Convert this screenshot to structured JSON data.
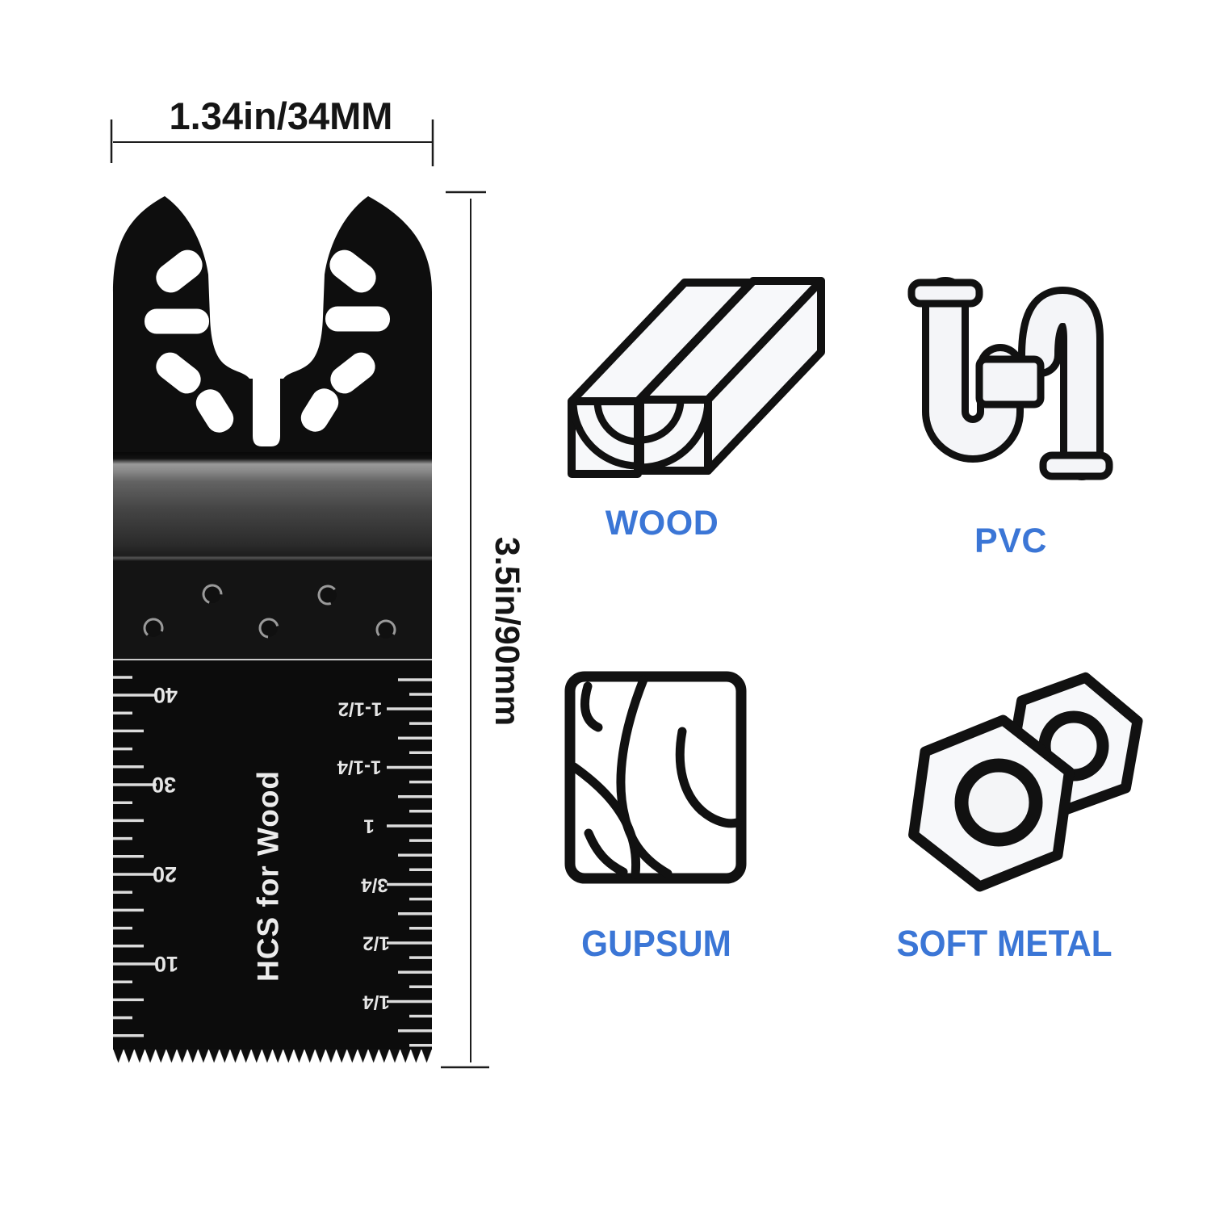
{
  "dimensions": {
    "width_label": "1.34in/34MM",
    "height_label": "3.5in/90mm"
  },
  "blade": {
    "print_label": "HCS for Wood",
    "mm_scale_labels": [
      "40",
      "30",
      "20",
      "10"
    ],
    "inch_scale_labels": [
      "1-1/2",
      "1-1/4",
      "1",
      "3/4",
      "1/2",
      "1/4"
    ]
  },
  "materials": [
    {
      "name": "WOOD",
      "icon": "wood-beams-icon"
    },
    {
      "name": "PVC",
      "icon": "pvc-pipe-icon"
    },
    {
      "name": "GUPSUM",
      "icon": "gypsum-board-icon"
    },
    {
      "name": "SOFT METAL",
      "icon": "hex-nuts-icon"
    }
  ],
  "colors": {
    "label_blue": "#3b76d6",
    "blade_black": "#0e0e0e",
    "outline_black": "#111111"
  }
}
